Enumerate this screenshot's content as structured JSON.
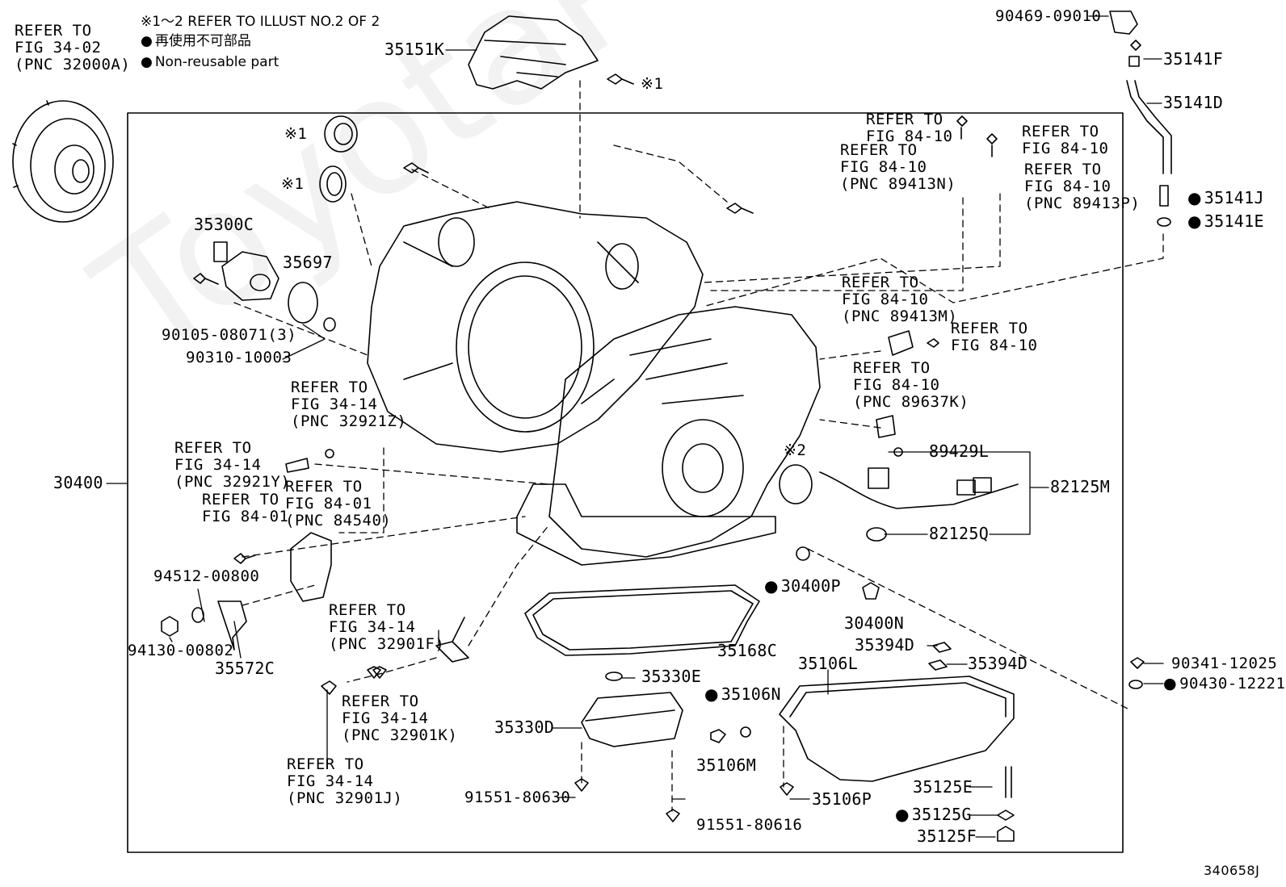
{
  "legend": {
    "note": "※1～2 REFER TO ILLUST NO.2 OF 2",
    "jp": "再使用不可部品",
    "en": "Non-reusable part"
  },
  "watermark": "ToyotaPartsDeal.com",
  "figure_code": "340658J",
  "refs": {
    "r1": [
      "REFER TO",
      "FIG 34-02",
      "(PNC 32000A)"
    ],
    "r2": [
      "REFER TO",
      "FIG 84-10"
    ],
    "r3": [
      "REFER TO",
      "FIG 84-10",
      "(PNC 89413N)"
    ],
    "r4": [
      "REFER TO",
      "FIG 84-10"
    ],
    "r5": [
      "REFER TO",
      "FIG 84-10",
      "(PNC 89413P)"
    ],
    "r6": [
      "REFER TO",
      "FIG 84-10",
      "(PNC 89413M)"
    ],
    "r7": [
      "REFER TO",
      "FIG 84-10"
    ],
    "r8": [
      "REFER TO",
      "FIG 84-10",
      "(PNC 89637K)"
    ],
    "r9": [
      "REFER TO",
      "FIG 34-14",
      "(PNC 32921Z)"
    ],
    "r10": [
      "REFER TO",
      "FIG 34-14",
      "(PNC 32921Y)"
    ],
    "r11": [
      "REFER TO",
      "FIG 84-01",
      "(PNC 84540)"
    ],
    "r12": [
      "REFER TO",
      "FIG 84-01"
    ],
    "r13": [
      "REFER TO",
      "FIG 34-14",
      "(PNC 32901F)"
    ],
    "r14": [
      "REFER TO",
      "FIG 34-14",
      "(PNC 32901K)"
    ],
    "r15": [
      "REFER TO",
      "FIG 34-14",
      "(PNC 32901J)"
    ]
  },
  "parts": {
    "p35151K": "35151K",
    "mark1a": "※1",
    "mark1b": "※1",
    "mark1c": "※1",
    "mark2": "※2",
    "p90469": "90469-09010",
    "p35141F": "35141F",
    "p35141D": "35141D",
    "p35141J": "35141J",
    "p35141E": "35141E",
    "p35300C": "35300C",
    "p35697": "35697",
    "p90105": "90105-08071(3)",
    "p90310": "90310-10003",
    "p30400": "30400",
    "p89429L": "89429L",
    "p82125M": "82125M",
    "p82125Q": "82125Q",
    "p94512": "94512-00800",
    "p94130": "94130-00802",
    "p35572C": "35572C",
    "p30400P": "30400P",
    "p30400N": "30400N",
    "p35168C": "35168C",
    "p35394Da": "35394D",
    "p35394Db": "35394D",
    "p35106L": "35106L",
    "p35330E": "35330E",
    "p35106N": "35106N",
    "p35330D": "35330D",
    "p35106M": "35106M",
    "p90341": "90341-12025",
    "p90430": "90430-12221",
    "p35125E": "35125E",
    "p35106P": "35106P",
    "p35125G": "35125G",
    "p35125F": "35125F",
    "p91551a": "91551-80630",
    "p91551b": "91551-80616"
  }
}
